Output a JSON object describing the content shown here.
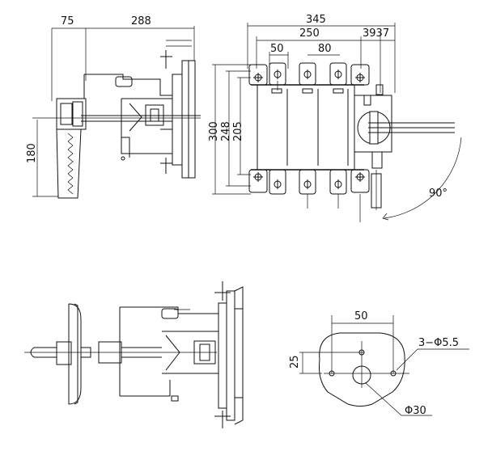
{
  "side_view": {
    "dim_75": "75",
    "dim_288": "288",
    "dim_180": "180"
  },
  "front_view": {
    "dim_345": "345",
    "dim_250": "250",
    "dim_3937": "3937",
    "dim_50": "50",
    "dim_80": "80",
    "dim_300": "300",
    "dim_248": "248",
    "dim_205": "205",
    "angle_90": "90°"
  },
  "mounting_hole": {
    "dim_50": "50",
    "dim_25": "25",
    "holes": "3−Φ5.5",
    "center_hole": "Φ30"
  }
}
